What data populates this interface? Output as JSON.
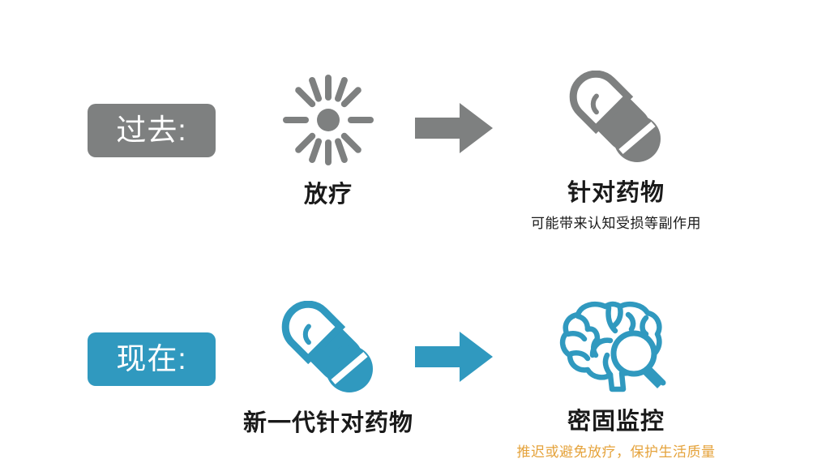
{
  "slide": {
    "background_color": "#ffffff",
    "colors": {
      "gray": "#7e8080",
      "teal": "#3099bf",
      "orange": "#e5a33c",
      "text_dark": "#1a1a1a",
      "badge_text": "#ffffff"
    }
  },
  "rows": [
    {
      "id": "past",
      "badge_label": "过去:",
      "badge_color": "#7e8080",
      "accent_color": "#7e8080",
      "left": {
        "icon": "radiation-sun-icon",
        "caption": "放疗",
        "subcaption": ""
      },
      "arrow": {
        "icon": "arrow-right-icon",
        "color": "#7e8080"
      },
      "right": {
        "icon": "pill-capsule-tablet-icon",
        "caption": "针对药物",
        "subcaption": "可能带来认知受损等副作用",
        "subcaption_color": "#1a1a1a"
      }
    },
    {
      "id": "present",
      "badge_label": "现在:",
      "badge_color": "#3099bf",
      "accent_color": "#3099bf",
      "left": {
        "icon": "pill-capsule-tablet-icon",
        "caption": "新一代针对药物",
        "subcaption": ""
      },
      "arrow": {
        "icon": "arrow-right-icon",
        "color": "#3099bf"
      },
      "right": {
        "icon": "brain-magnifier-icon",
        "caption": "密固监控",
        "subcaption": "推迟或避免放疗，保护生活质量",
        "subcaption_color": "#e5a33c"
      }
    }
  ]
}
